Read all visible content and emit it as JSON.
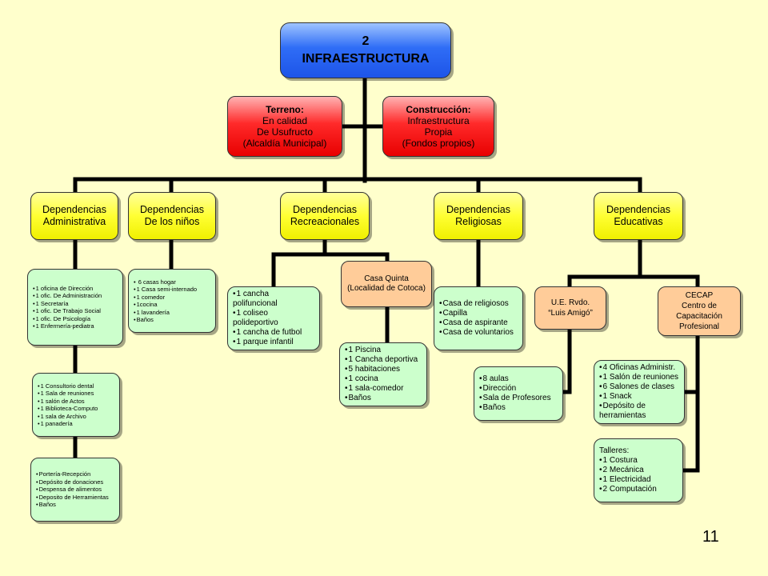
{
  "root": {
    "number": "2",
    "title": "INFRAESTRUCTURA"
  },
  "terreno": {
    "heading": "Terreno:",
    "lines": [
      "En calidad",
      "De Usufructo",
      "(Alcaldía Municipal)"
    ]
  },
  "construccion": {
    "heading": "Construcción:",
    "lines": [
      "Infraestructura",
      "Propia",
      "(Fondos propios)"
    ]
  },
  "dependencias": [
    {
      "lines": [
        "Dependencias",
        "Administrativa"
      ]
    },
    {
      "lines": [
        "Dependencias",
        "De los niños"
      ]
    },
    {
      "lines": [
        "Dependencias",
        "Recreacionales"
      ]
    },
    {
      "lines": [
        "Dependencias",
        "Religiosas"
      ]
    },
    {
      "lines": [
        "Dependencias",
        "Educativas"
      ]
    }
  ],
  "admin_list_1": [
    "1 oficina de Dirección",
    "1  ofic. De Administración",
    "1 Secretaría",
    "1 ofic. De Trabajo Social",
    "1 ofic. De Psicología",
    "1 Enfermería-pediatra"
  ],
  "admin_list_2": [
    "1 Consultorio dental",
    "1 Sala de reuniones",
    "1 salón de Actos",
    "1 Biblioteca-Computo",
    "1 sala de Archivo",
    "1 panadería"
  ],
  "admin_list_3": [
    "Portería-Recepción",
    "Depósito de donaciones",
    "Despensa de alimentos",
    "Deposito de Herramientas",
    "Baños"
  ],
  "ninos_list": [
    " 6 casas hogar",
    "1 Casa semi-internado",
    "1 comedor",
    "1cocina",
    "1 lavandería",
    "Baños"
  ],
  "recre_list": [
    "1 cancha polifuncional",
    "1 coliseo polideportivo",
    "1 cancha de futbol",
    "1 parque infantil"
  ],
  "casa_quinta": {
    "lines": [
      "Casa Quinta",
      "(Localidad de Cotoca)"
    ]
  },
  "casa_quinta_list": [
    "1 Piscina",
    "1 Cancha deportiva",
    "5 habitaciones",
    "1 cocina",
    "1 sala-comedor",
    "Baños"
  ],
  "relig_list": [
    "Casa de religiosos",
    "Capilla",
    "Casa de aspirante",
    "Casa de voluntarios"
  ],
  "ue": {
    "lines": [
      "U.E. Rvdo.",
      "“Luis Amigó”"
    ]
  },
  "ue_list": [
    "8 aulas",
    "Dirección",
    "Sala de Profesores",
    "Baños"
  ],
  "cecap": {
    "lines": [
      "CECAP",
      "Centro de",
      "Capacitación",
      "Profesional"
    ]
  },
  "cecap_list": [
    "4 Oficinas Administr.",
    "1 Salón de reuniones",
    "6 Salones de clases",
    "1 Snack",
    "Depósito de herramientas"
  ],
  "talleres": {
    "heading": "Talleres:",
    "items": [
      "1 Costura",
      "2 Mecánica",
      "1 Electricidad",
      "2 Computación"
    ]
  },
  "page_number": "11",
  "colors": {
    "background": "#ffffcc",
    "root": "#1d54e8",
    "red": "#e80000",
    "yellow": "#ffff33",
    "green": "#ccffcc",
    "peach": "#ffcc99"
  }
}
